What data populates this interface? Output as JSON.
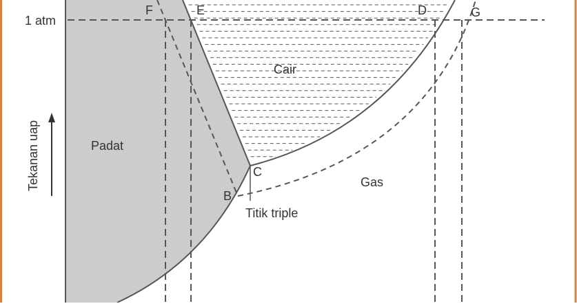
{
  "labels": {
    "one_atm": "1 atm",
    "solid": "Padat",
    "liquid": "Cair",
    "gas": "Gas",
    "triple_point": "Titik triple",
    "y_axis": "Tekanan uap",
    "point_b": "B",
    "point_c": "C",
    "point_d": "D",
    "point_e": "E",
    "point_f": "F",
    "point_g": "G"
  },
  "colors": {
    "frame": "#d9823f",
    "solid_fill": "#cccccc",
    "line": "#555555",
    "text": "#333333",
    "background": "#ffffff"
  }
}
